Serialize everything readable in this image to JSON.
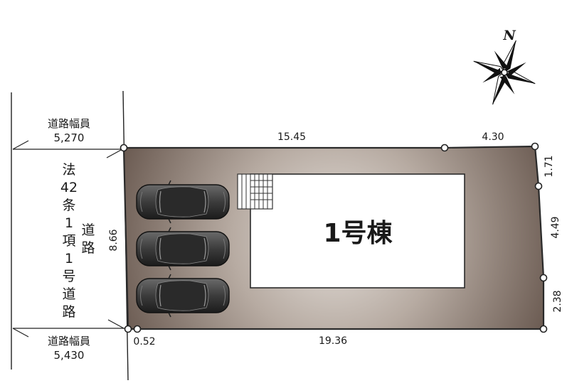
{
  "building": {
    "label": "1号棟"
  },
  "road_top": {
    "label": "道路幅員",
    "width": "5,270"
  },
  "road_bottom": {
    "label": "道路幅員",
    "width": "5,430"
  },
  "road_legal": {
    "chars": [
      "法",
      "42",
      "条",
      "1",
      "項",
      "1",
      "号",
      "道",
      "路"
    ]
  },
  "road_private": {
    "chars": [
      "道",
      "路"
    ]
  },
  "dimensions": {
    "top_left": "15.45",
    "top_right": "4.30",
    "right_top": "1.71",
    "right_mid": "4.49",
    "right_bottom": "2.38",
    "bottom": "19.36",
    "bottom_left": "0.52",
    "left": "8.66"
  },
  "compass": {
    "label": "N"
  },
  "parking": {
    "count": 3
  },
  "colors": {
    "lot_center": "#e2ddd8",
    "lot_edge": "#6e5e55",
    "outline": "#2a2a2a"
  }
}
